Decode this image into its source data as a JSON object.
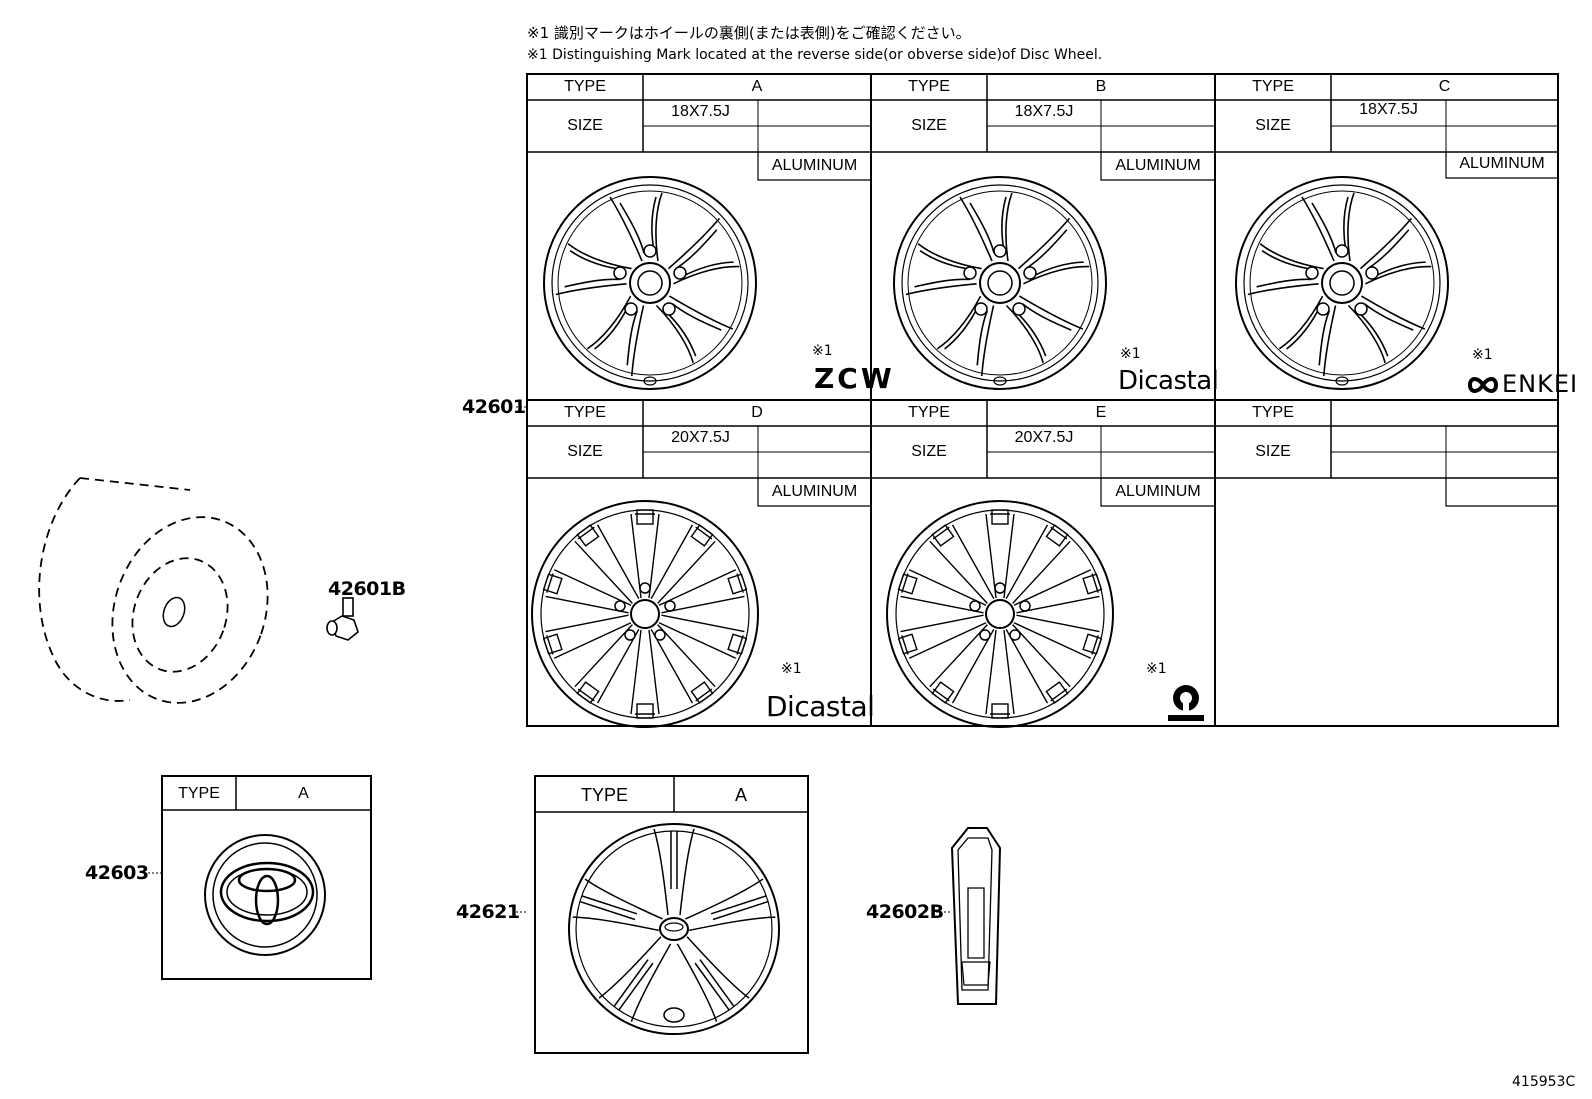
{
  "notes": {
    "jp": "※1 識別マークはホイールの裏側(または表側)をご確認ください。",
    "en": "※1 Distinguishing Mark located at the reverse side(or obverse side)of Disc Wheel."
  },
  "labels": {
    "type": "TYPE",
    "size": "SIZE",
    "material": "ALUMINUM",
    "mark": "※1"
  },
  "wheels": [
    {
      "type": "A",
      "size": "18X7.5J",
      "material": "ALUMINUM",
      "brand": "ZCW"
    },
    {
      "type": "B",
      "size": "18X7.5J",
      "material": "ALUMINUM",
      "brand": "Dicastal"
    },
    {
      "type": "C",
      "size": "18X7.5J",
      "material": "ALUMINUM",
      "brand": "ENKEI"
    },
    {
      "type": "D",
      "size": "20X7.5J",
      "material": "ALUMINUM",
      "brand": "Dicastal"
    },
    {
      "type": "E",
      "size": "20X7.5J",
      "material": "ALUMINUM",
      "brand": ""
    },
    {
      "type": "",
      "size": "",
      "material": "",
      "brand": ""
    }
  ],
  "parts": {
    "wheel": "42601",
    "nut": "42601B",
    "center_cap": "42603",
    "wheel_cover": "42621",
    "valve_cap": "42602B"
  },
  "small_tables": {
    "center_cap": {
      "type_label": "TYPE",
      "type": "A"
    },
    "wheel_cover": {
      "type_label": "TYPE",
      "type": "A"
    }
  },
  "drawing_id": "415953C"
}
